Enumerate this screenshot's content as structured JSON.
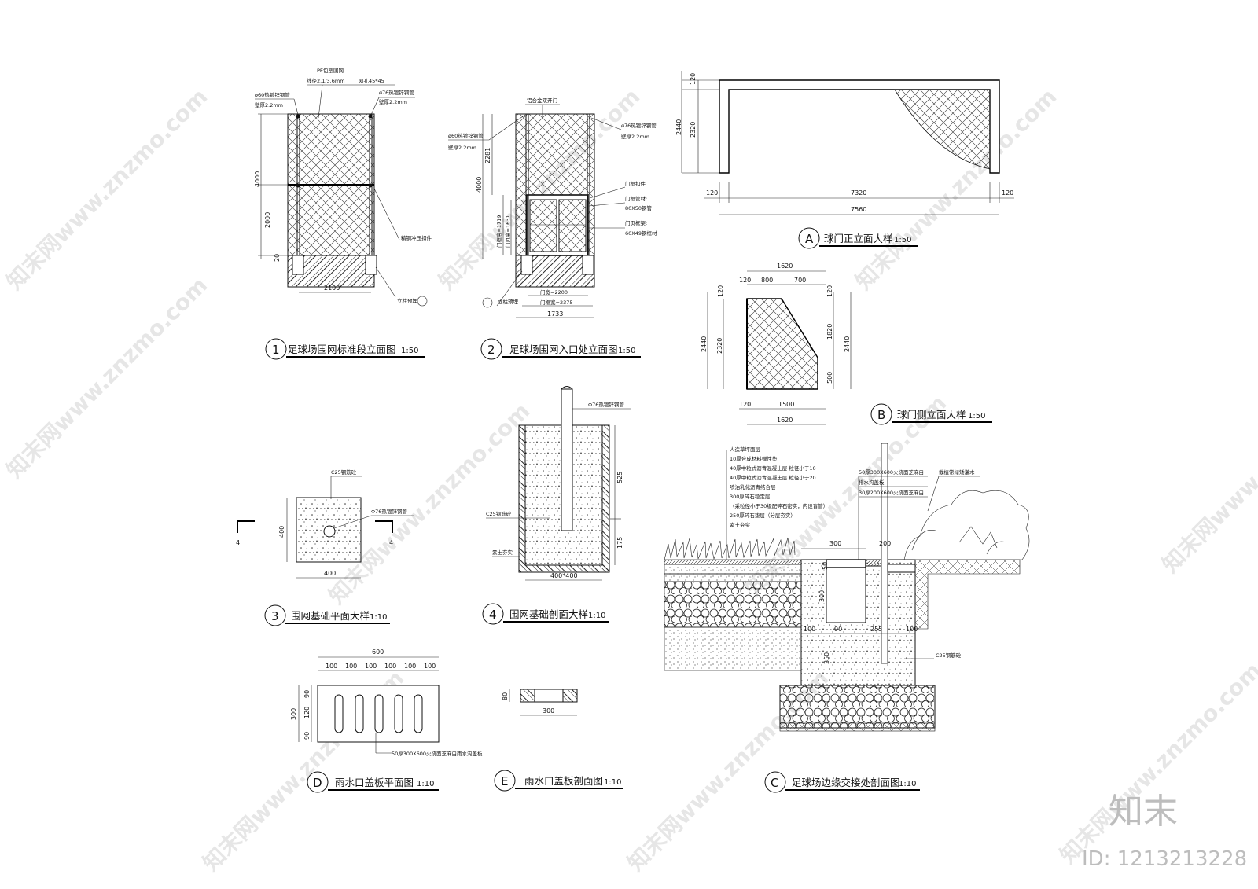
{
  "watermark": {
    "site": "知末网www.znzmo.com",
    "brand": "知末",
    "id": "ID: 1213213228"
  },
  "views": {
    "v1": {
      "mark": "1",
      "title": "足球场围网标准段立面图",
      "scale": "1:50"
    },
    "v2": {
      "mark": "2",
      "title": "足球场围网入口处立面图",
      "scale": "1:50"
    },
    "v3": {
      "mark": "3",
      "title": "围网基础平面大样",
      "scale": "1:10"
    },
    "v4": {
      "mark": "4",
      "title": "围网基础剖面大样",
      "scale": "1:10"
    },
    "vA": {
      "mark": "A",
      "title": "球门正立面大样",
      "scale": "1:50"
    },
    "vB": {
      "mark": "B",
      "title": "球门侧立面大样",
      "scale": "1:50"
    },
    "vC": {
      "mark": "C",
      "title": "足球场边缘交接处剖面图",
      "scale": "1:10"
    },
    "vD": {
      "mark": "D",
      "title": "雨水口盖板平面图",
      "scale": "1:10"
    },
    "vE": {
      "mark": "E",
      "title": "雨水口盖板剖面图",
      "scale": "1:10"
    }
  },
  "v1": {
    "pe": "PE包塑围网",
    "wire": "线径2.1/3.6mm",
    "mesh": "网孔45*45",
    "pipe60": "ø60热镀锌钢管",
    "wall1": "壁厚2.2mm",
    "pipe76": "ø76热镀锌钢管",
    "wall2": "壁厚2.2mm",
    "clip": "精钢冲压扣件",
    "base": "立柱预埋",
    "d4000": "4000",
    "d2000": "2000",
    "d20": "20",
    "d2100": "2100"
  },
  "v2": {
    "door": "铝合金双开门",
    "pipe60": "ø60热镀锌钢管",
    "wall1": "壁厚2.2mm",
    "pipe76": "ø76热镀锌钢管",
    "wall2": "壁厚2.2mm",
    "hinge": "门框扣件",
    "frame": "门框管材:",
    "frame_s": "80X50钢管",
    "leaf": "门页框架:",
    "leaf_s": "60X49钢框材",
    "base": "立柱预埋",
    "d2281": "2281",
    "d4000": "4000",
    "dh1719": "门框高=1719",
    "dh1631": "门页高=1631",
    "dw2200": "门宽=2200",
    "dw2375": "门框宽=2375",
    "d1733": "1733"
  },
  "v3": {
    "c25": "C25钢筋砼",
    "pipe": "Φ76热镀锌钢管",
    "d400a": "400",
    "d400b": "400",
    "sec": "4"
  },
  "v4": {
    "pipe": "Φ76热镀锌钢管",
    "c25": "C25钢筋砼",
    "soil": "素土夯实",
    "d525": "525",
    "d175": "175",
    "d400": "400*400"
  },
  "vA": {
    "d120a": "120",
    "d2440": "2440",
    "d2320": "2320",
    "d120b": "120",
    "d7320": "7320",
    "d120c": "120",
    "d7560": "7560"
  },
  "vB": {
    "d1620a": "1620",
    "d120a": "120",
    "d800": "800",
    "d700": "700",
    "d120b": "120",
    "d2440": "2440",
    "d2320": "2320",
    "d120c": "120",
    "d1820": "1820",
    "d2440b": "2440",
    "d500": "500",
    "d120d": "120",
    "d1500": "1500",
    "d1620b": "1620"
  },
  "vC": {
    "layers": [
      "人造草坪面层",
      "10厚合成材料弹性垫",
      "40厚中粒式沥青混凝土层  粒径小于10",
      "40厚中粒式沥青混凝土层  粒径小于20",
      "喷油乳化沥青结合层",
      "300厚碎石稳定层",
      "（采粒径小于30级配碎石密实，内设盲管）",
      "250厚碎石垫层（分层夯实）",
      "素土夯实"
    ],
    "cover": "50厚300X600火烧面芝麻白",
    "drain": "排水沟盖板",
    "curb": "30厚200X600火烧面芝麻白",
    "plant": "栽植常绿矮灌木",
    "c25": "C25钢筋砼",
    "d300": "300",
    "d200": "200",
    "d50": "50",
    "d300b": "300",
    "d100a": "100",
    "d90": "90",
    "d255": "255",
    "d100b": "100",
    "d350": "350"
  },
  "vD": {
    "d600": "600",
    "d100": [
      "100",
      "100",
      "100",
      "100",
      "100",
      "100"
    ],
    "d90a": "90",
    "d120": "120",
    "d90b": "90",
    "d300": "300",
    "note": "50厚300X600火烧面芝麻白雨水沟盖板"
  },
  "vE": {
    "d80": "80",
    "d300": "300"
  }
}
